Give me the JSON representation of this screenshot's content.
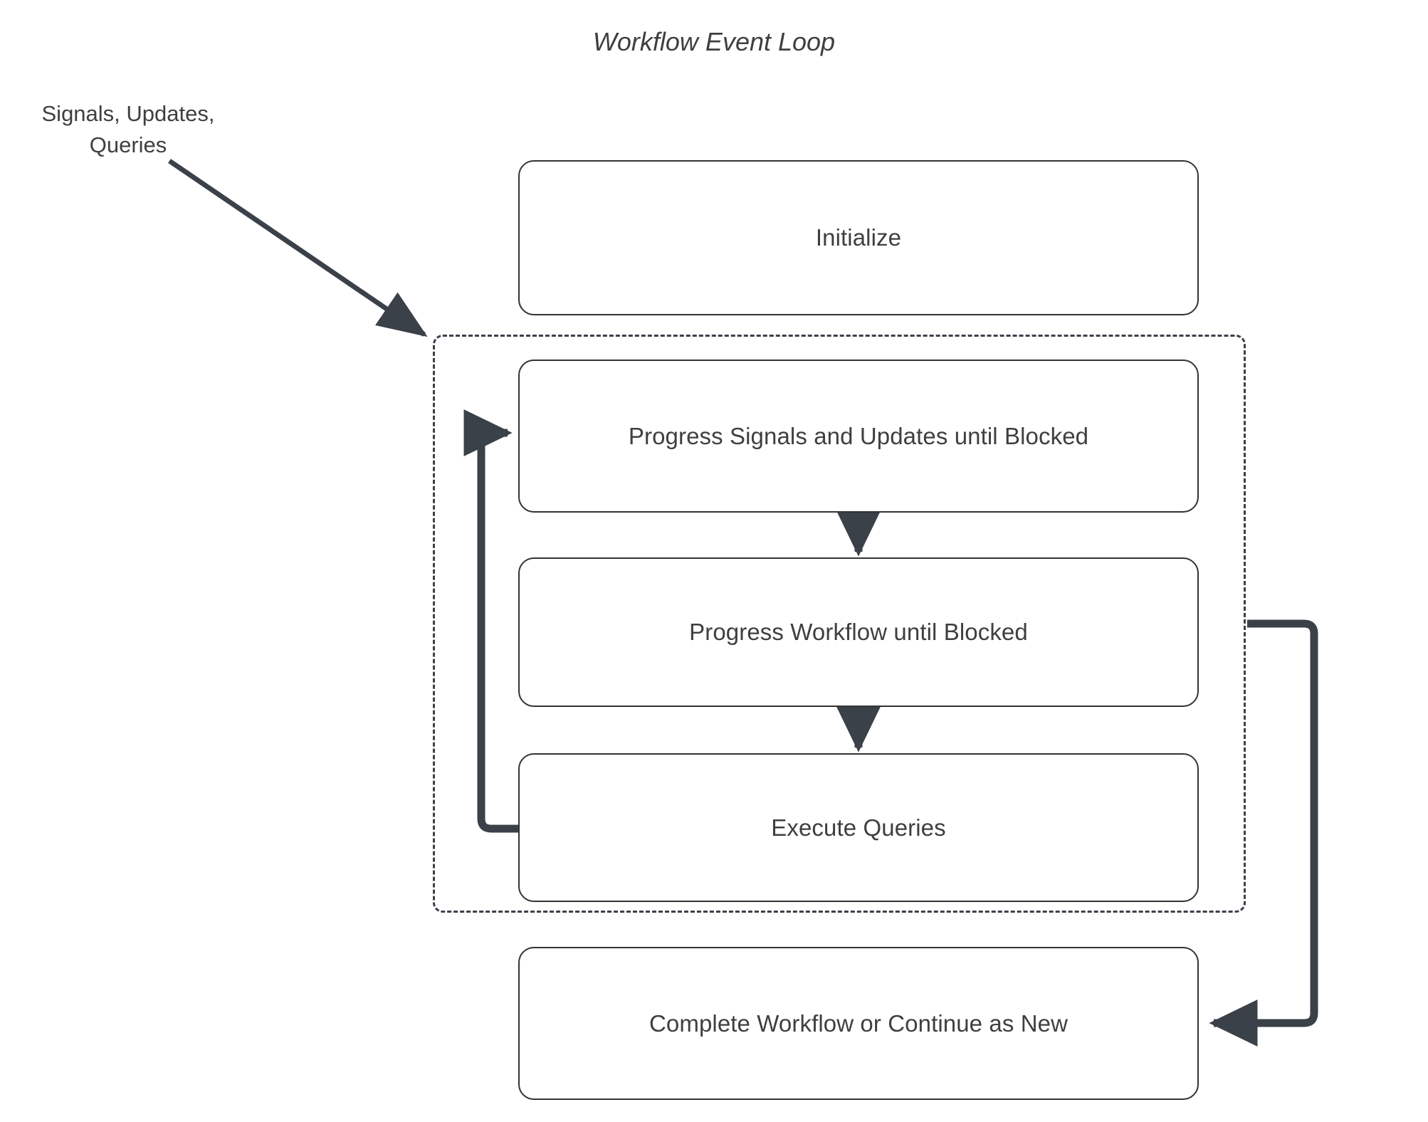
{
  "diagram": {
    "title": "Workflow Event Loop",
    "type": "flowchart",
    "colors": {
      "background": "#ffffff",
      "node_border": "#333333",
      "node_fill": "#ffffff",
      "text": "#3f3f3f",
      "edge": "#3b4149",
      "container_border": "#3b4149"
    },
    "external_input": {
      "line1": "Signals, Updates,",
      "line2": "Queries"
    },
    "container": {
      "name": "event-loop",
      "style": "dashed"
    },
    "nodes": [
      {
        "id": "initialize",
        "label": "Initialize"
      },
      {
        "id": "progress-signals",
        "label": "Progress Signals and Updates until Blocked"
      },
      {
        "id": "progress-workflow",
        "label": "Progress Workflow until Blocked"
      },
      {
        "id": "execute-queries",
        "label": "Execute Queries"
      },
      {
        "id": "complete-workflow",
        "label": "Complete Workflow or Continue as New"
      }
    ],
    "edges": [
      {
        "from": "external-input",
        "to": "event-loop",
        "style": "solid-arrow"
      },
      {
        "from": "progress-signals",
        "to": "progress-workflow",
        "style": "solid-arrow"
      },
      {
        "from": "progress-workflow",
        "to": "execute-queries",
        "style": "solid-arrow"
      },
      {
        "from": "execute-queries",
        "to": "progress-signals",
        "style": "loop-back-arrow"
      },
      {
        "from": "progress-workflow",
        "to": "complete-workflow",
        "style": "solid-arrow"
      }
    ]
  }
}
